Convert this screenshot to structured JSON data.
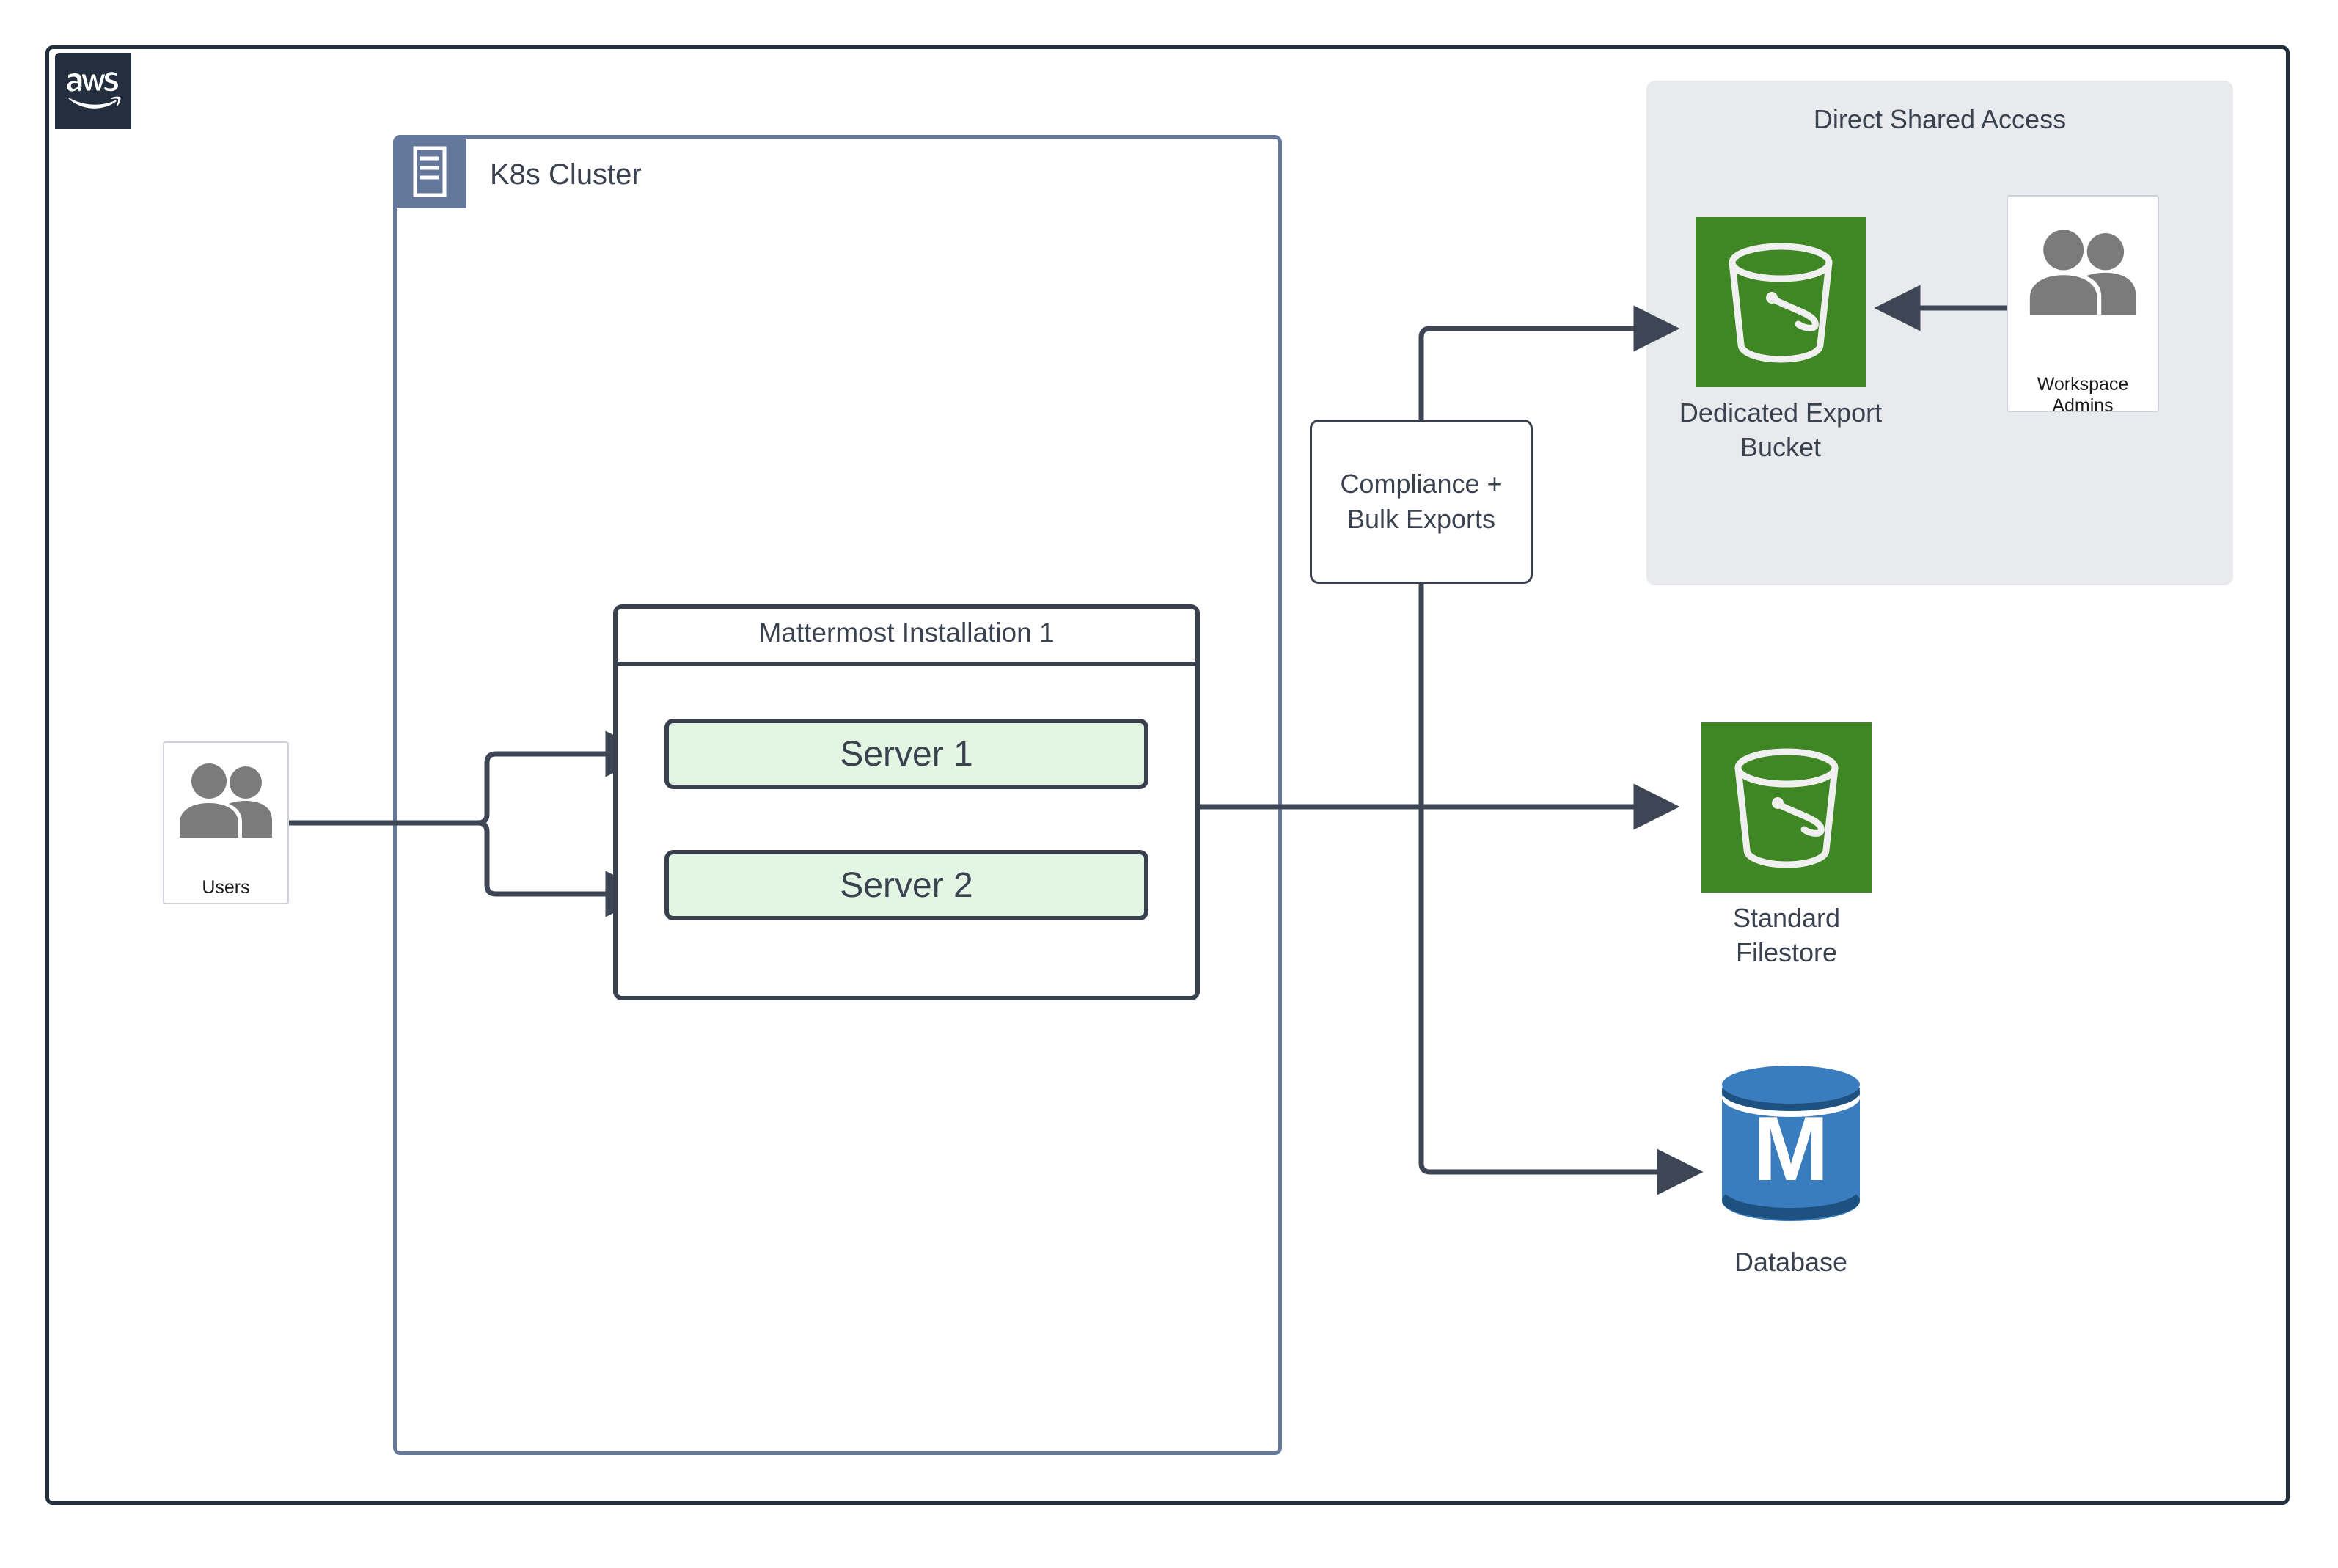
{
  "diagram": {
    "cloud": {
      "provider_logo": "aws-logo",
      "provider_name": "aws"
    },
    "cluster": {
      "label": "K8s Cluster",
      "icon": "server-rack-icon",
      "badge_color": "#64789b",
      "border_color": "#64789b"
    },
    "installation": {
      "title": "Mattermost Installation 1",
      "servers": [
        {
          "label": "Server 1"
        },
        {
          "label": "Server 2"
        }
      ],
      "server_fill": "#e2f6e3",
      "border_color": "#39404d"
    },
    "users": {
      "label": "Users",
      "icon": "users-icon"
    },
    "compliance": {
      "line1": "Compliance +",
      "line2": "Bulk Exports"
    },
    "shared_access_group": {
      "title": "Direct Shared Access",
      "background": "#e9eaee"
    },
    "storage": {
      "export_bucket": {
        "label_line1": "Dedicated Export",
        "label_line2": "Bucket",
        "icon": "s3-bucket-icon",
        "icon_color": "#3f8624"
      },
      "filestore": {
        "label_line1": "Standard",
        "label_line2": "Filestore",
        "icon": "s3-bucket-icon",
        "icon_color": "#3f8624"
      },
      "database": {
        "label": "Database",
        "icon": "mattermost-database-cylinder-icon",
        "icon_color": "#3a7dbf",
        "glyph": "M"
      }
    },
    "admins": {
      "label": "Workspace Admins",
      "icon": "users-icon"
    },
    "colors": {
      "frame": "#232f3e",
      "connector": "#3e4655",
      "text": "#3b424f"
    }
  }
}
